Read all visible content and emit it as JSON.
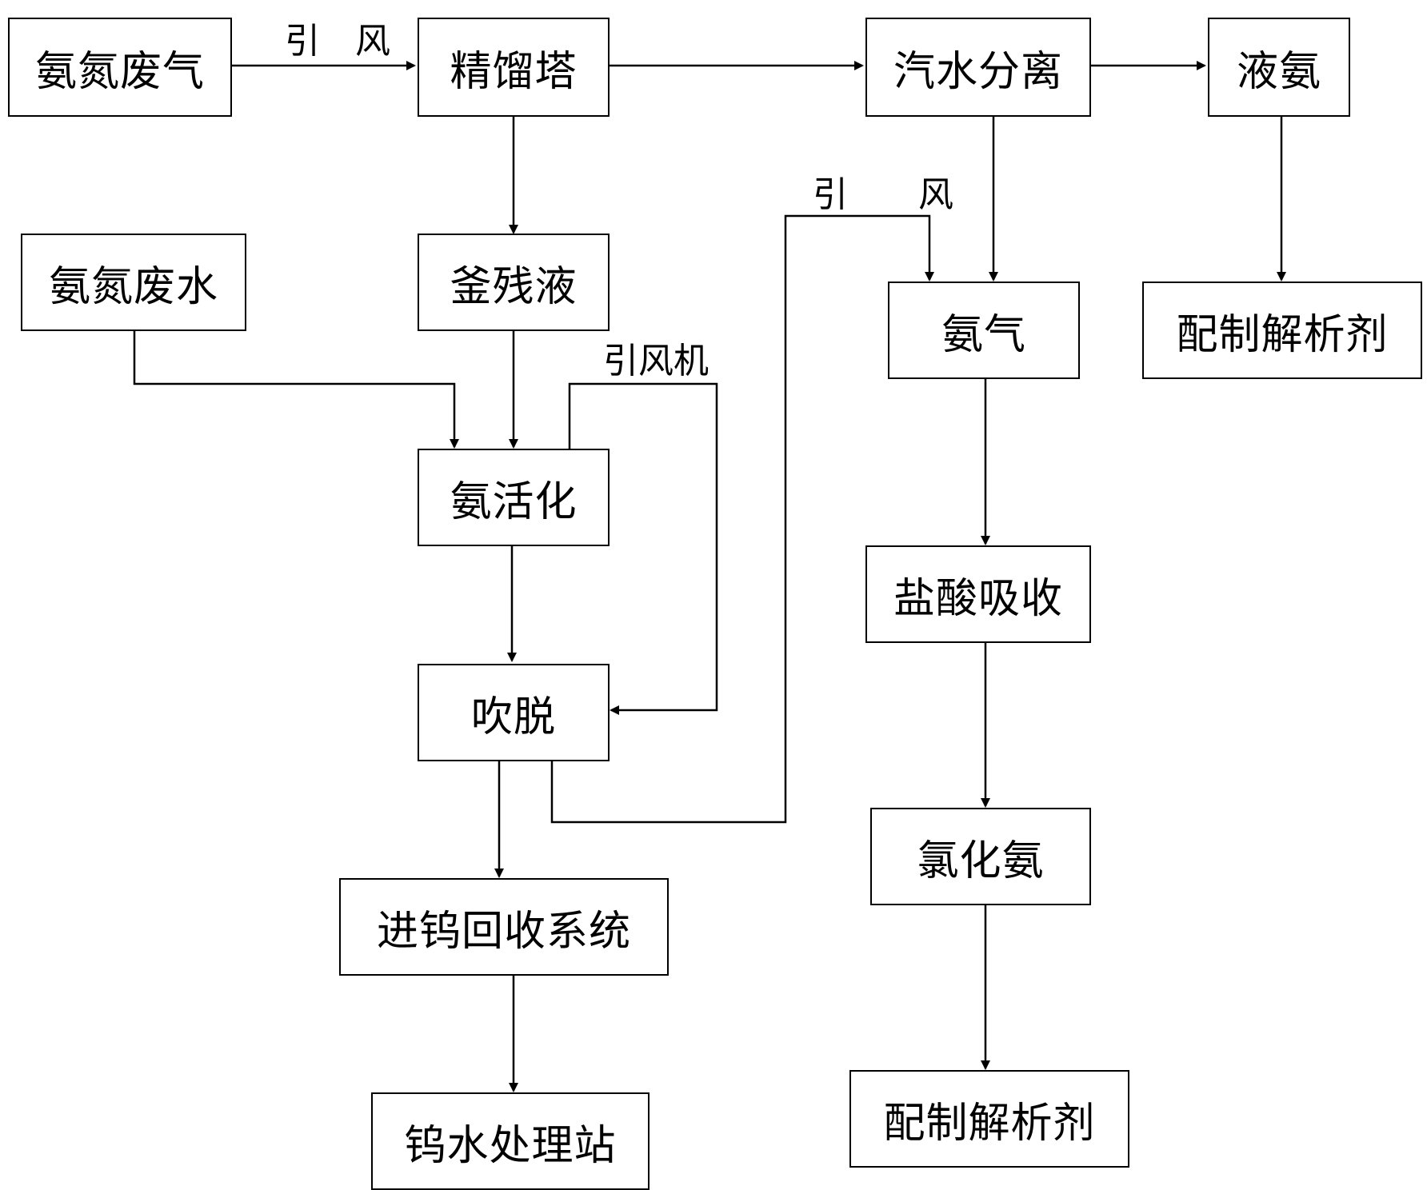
{
  "nodes": {
    "ammonia_waste_gas": "氨氮废气",
    "rectifying_tower": "精馏塔",
    "steam_water_separation": "汽水分离",
    "liquid_ammonia": "液氨",
    "ammonia_waste_water": "氨氮废水",
    "kettle_residue": "釜残液",
    "ammonia_gas": "氨气",
    "prepare_desorbent_top": "配制解析剂",
    "ammonia_activation": "氨活化",
    "hcl_absorption": "盐酸吸收",
    "stripping": "吹脱",
    "ammonium_chloride": "氯化氨",
    "tungsten_recovery": "进钨回收系统",
    "prepare_desorbent_bottom": "配制解析剂",
    "tungsten_water_station": "钨水处理站"
  },
  "labels": {
    "induced_draft_1": "引　风",
    "induced_draft_2": "引　　风",
    "induced_draft_fan": "引风机"
  }
}
